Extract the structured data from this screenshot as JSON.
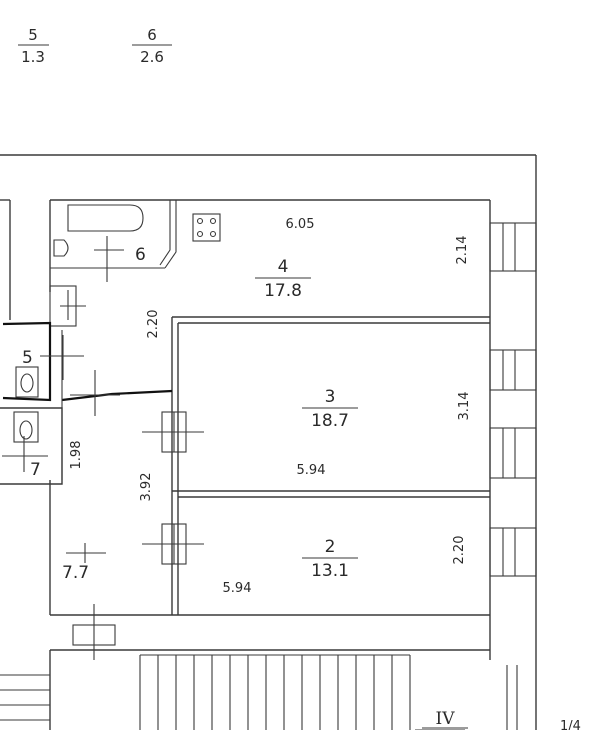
{
  "legend": [
    {
      "num": "5",
      "area": "1.3"
    },
    {
      "num": "6",
      "area": "2.6"
    }
  ],
  "rooms": [
    {
      "num": "4",
      "area": "17.8"
    },
    {
      "num": "3",
      "area": "18.7"
    },
    {
      "num": "2",
      "area": "13.1"
    }
  ],
  "hall_area": "7.7",
  "small_labels": {
    "bath": "6",
    "toilet": "5",
    "closet": "7"
  },
  "dims": {
    "r4_width": "6.05",
    "r4_right": "2.14",
    "r4_left": "2.20",
    "r3_right": "3.14",
    "r3_width": "5.94",
    "hall_right": "3.92",
    "hall_left": "1.98",
    "r2_right": "2.20",
    "r2_width": "5.94"
  },
  "stair_label": "IV",
  "edge_label": "1/4"
}
